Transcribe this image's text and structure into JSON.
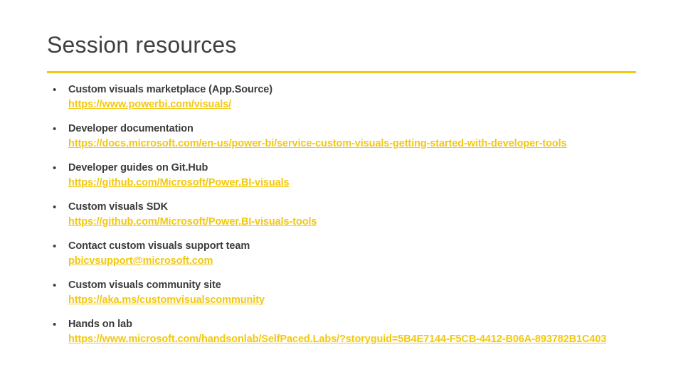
{
  "slide": {
    "title": "Session resources",
    "accent_color": "#f2c811",
    "text_color": "#3c3c3c",
    "title_color": "#404040",
    "bullet_glyph": "•",
    "items": [
      {
        "label": "Custom visuals marketplace (App.Source)",
        "link": "https://www.powerbi.com/visuals/"
      },
      {
        "label": "Developer documentation",
        "link": "https://docs.microsoft.com/en-us/power-bi/service-custom-visuals-getting-started-with-developer-tools"
      },
      {
        "label": "Developer guides on Git.Hub",
        "link": "https://github.com/Microsoft/Power.BI-visuals"
      },
      {
        "label": "Custom visuals SDK",
        "link": "https://github.com/Microsoft/Power.BI-visuals-tools"
      },
      {
        "label": "Contact custom visuals support team",
        "link": "pbicvsupport@microsoft.com"
      },
      {
        "label": "Custom visuals community site",
        "link": "https://aka.ms/customvisualscommunity"
      },
      {
        "label": "Hands on lab",
        "link": "https://www.microsoft.com/handsonlab/SelfPaced.Labs/?storyguid=5B4E7144-F5CB-4412-B06A-893782B1C403"
      }
    ]
  }
}
